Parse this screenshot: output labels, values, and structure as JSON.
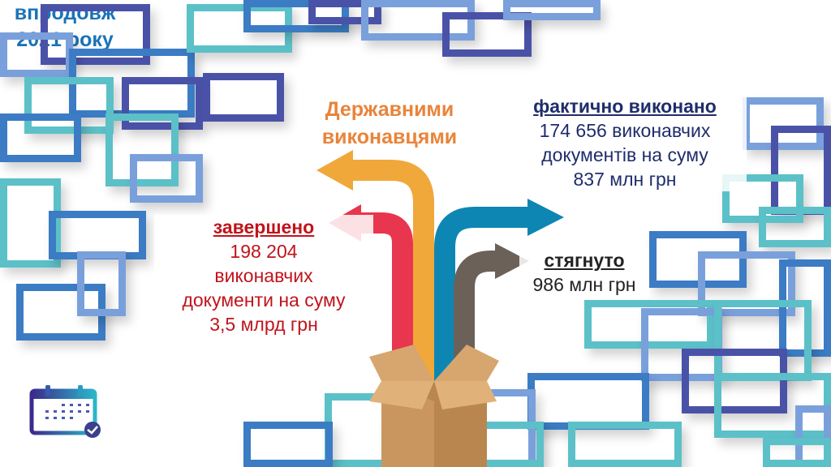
{
  "heading": {
    "line1": "Державними",
    "line2": "виконавцями"
  },
  "completed": {
    "title": "завершено",
    "line1": "198 204",
    "line2": "виконавчих",
    "line3": "документи на суму",
    "line4": "3,5 млрд грн"
  },
  "actually_executed": {
    "title": "фактично виконано",
    "line1": "174 656 виконавчих",
    "line2": "документів на суму",
    "line3": "837 млн грн"
  },
  "collected": {
    "title": "стягнуто",
    "line1": "986 млн грн"
  },
  "period": {
    "line1": "впродовж",
    "line2": "2021 року"
  },
  "colors": {
    "orange": "#f0a83a",
    "red": "#e8364e",
    "blue": "#0e86b4",
    "brown": "#6b6158",
    "box": "#c8965e"
  }
}
